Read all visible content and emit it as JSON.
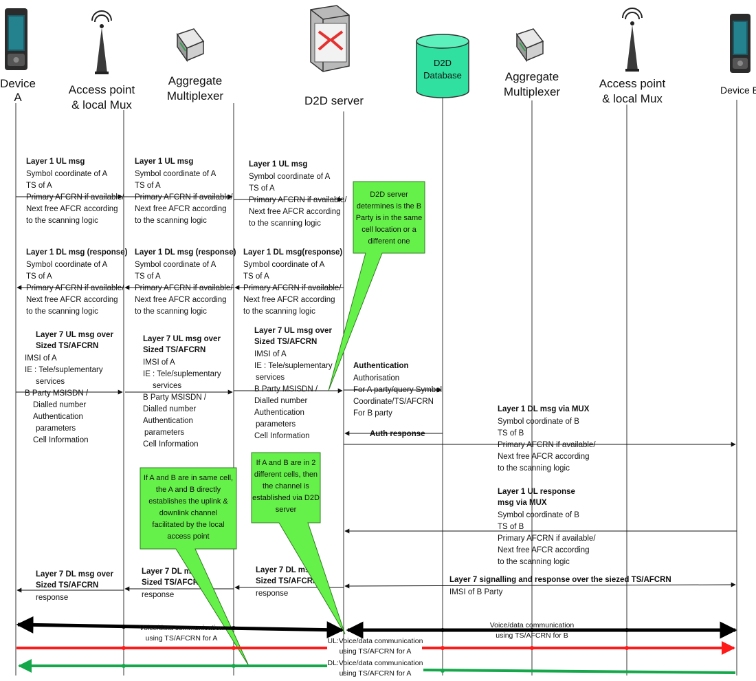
{
  "participants": {
    "device_a": [
      "Device",
      "A"
    ],
    "ap_left": [
      "Access point",
      "& local Mux"
    ],
    "mux_left": [
      "Aggregate",
      "Multiplexer"
    ],
    "server": [
      "D2D server"
    ],
    "db": [
      "D2D",
      "Database"
    ],
    "mux_right": [
      "Aggregate",
      "Multiplexer"
    ],
    "ap_right": [
      "Access point",
      "& local Mux"
    ],
    "device_b": [
      "Device B"
    ]
  },
  "messages": {
    "l1_ul": {
      "title": "Layer 1 UL msg",
      "lines": [
        "Symbol coordinate of A",
        "TS of A",
        "Primary AFCRN if available/",
        "Next free AFCR according",
        "to the scanning logic"
      ]
    },
    "l1_dl": {
      "title_1": "Layer 1 DL msg (response)",
      "title_2": "Layer 1 DL msg(response)",
      "lines": [
        "Symbol coordinate of A",
        "TS of A",
        "Primary AFCRN if available/",
        "Next free AFCR according",
        "to the scanning logic"
      ]
    },
    "l7_ul": {
      "title": [
        "Layer 7  UL msg over",
        "Sized TS/AFCRN"
      ],
      "lines": [
        "IMSI of A",
        "IE : Tele/suplementary",
        "services",
        "B Party MSISDN /",
        "Dialled number",
        "Authentication",
        "parameters",
        "Cell Information"
      ]
    },
    "auth": {
      "title": "Authentication",
      "lines": [
        "Authorisation",
        "For A party/query Symbol",
        "Coordinate/TS/AFCRN",
        "For B party"
      ]
    },
    "auth_response": "Auth response",
    "l1_dl_mux": {
      "title": "Layer 1 DL msg via MUX",
      "lines": [
        "Symbol coordinate of B",
        "TS of B",
        "Primary AFCRN if available/",
        "Next free AFCR according",
        "to the scanning logic"
      ]
    },
    "l1_ul_resp_mux": {
      "title": [
        "Layer 1 UL response",
        "msg via MUX"
      ],
      "lines": [
        "Symbol coordinate of B",
        "TS of B",
        "Primary AFCRN if available/",
        "Next free AFCR according",
        "to the scanning logic"
      ]
    },
    "l7_dl": {
      "title": [
        "Layer 7  DL msg over",
        "Sized TS/AFCRN"
      ],
      "title_short": [
        "Layer 7  DL msg",
        "Sized TS/AFCRN"
      ],
      "resp": "response"
    },
    "l7_sig": {
      "title": "Layer 7 signalling and response over the siezed TS/AFCRN",
      "line": "IMSI of B Party"
    }
  },
  "callouts": {
    "server_decides": [
      "D2D server",
      "determines is the B",
      "Party is in the same",
      "cell location or a",
      "different one"
    ],
    "different_cells": [
      "If A and B are in 2",
      "different cells, then",
      "the channel is",
      "established via D2D",
      "server"
    ],
    "same_cell": [
      "If A and B are in same cell,",
      "the A and B directly",
      "establishes the uplink &",
      "downlink channel",
      "facilitated by the local",
      "access point"
    ]
  },
  "comm": {
    "voice_a": [
      "Voice/data communication",
      "using TS/AFCRN for A"
    ],
    "voice_b": [
      "Voice/data communication",
      "using TS/AFCRN for B"
    ],
    "ul": [
      "UL:Voice/data communication",
      "using TS/AFCRN for A"
    ],
    "dl": [
      "DL:Voice/data communication",
      "using TS/AFCRN for A"
    ]
  },
  "colors": {
    "lifeline": "#333333",
    "callout_fill": "#66f04a",
    "callout_stroke": "#2e7d1f",
    "db_fill": "#2fe0a0",
    "black_bus": "#000000",
    "red_bus": "#ff1a1a",
    "green_bus": "#14a84a"
  },
  "icons": {
    "device_a": "mobile-phone-icon",
    "ap_left": "antenna-icon",
    "mux_left": "multiplexer-icon",
    "server": "router-server-icon",
    "db": "database-cylinder-icon",
    "mux_right": "multiplexer-icon",
    "ap_right": "antenna-icon",
    "device_b": "mobile-phone-icon"
  }
}
